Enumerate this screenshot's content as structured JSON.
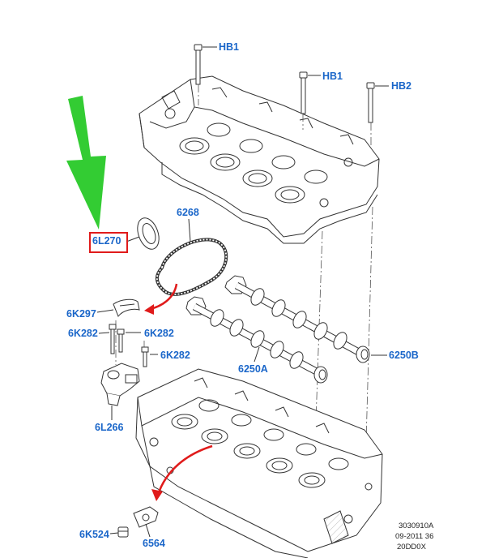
{
  "colors": {
    "label": "#1a66c9",
    "highlight": "#e01b1b",
    "arrow_green": "#33cc33",
    "arrow_red": "#e01b1b",
    "line": "#333333"
  },
  "labels": {
    "hb1_top": "HB1",
    "hb1_mid": "HB1",
    "hb2": "HB2",
    "p6268": "6268",
    "p6l270": "6L270",
    "p6k297": "6K297",
    "p6k282_left": "6K282",
    "p6k282_right": "6K282",
    "p6k282_lower": "6K282",
    "p6250a": "6250A",
    "p6250b": "6250B",
    "p6l266": "6L266",
    "p6k524": "6K524",
    "p6564": "6564"
  },
  "reference": {
    "line1": "3030910A",
    "line2": "09-2011 36",
    "line3": "20DD0X"
  },
  "icons": [
    "down-arrow-icon",
    "curved-arrow-icon"
  ]
}
